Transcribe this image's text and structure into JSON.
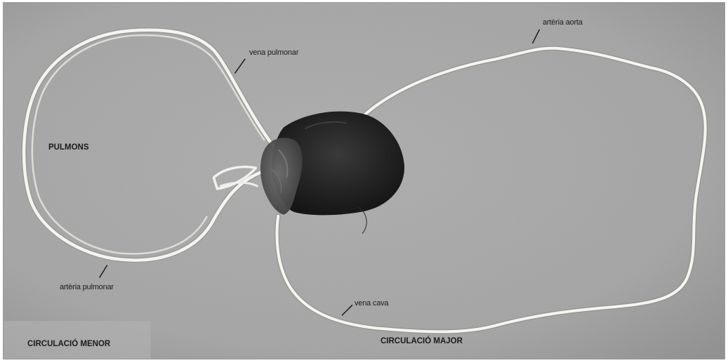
{
  "photo": {
    "labels": {
      "vena_pulmonar": "vena pulmonar",
      "arteria_aorta": "artèria aorta",
      "pulmons": "PULMONS",
      "arteria_pulmonar": "artèria pulmonar",
      "vena_cava": "vena cava",
      "circulacio_menor": "CIRCULACIÓ MENOR",
      "circulacio_major": "CIRCULACIÓ MAJOR"
    }
  },
  "colors": {
    "background": "#a4a4a4",
    "cord": "#f4f4f0",
    "heart": "#262626",
    "text": "#1b1b1b"
  }
}
